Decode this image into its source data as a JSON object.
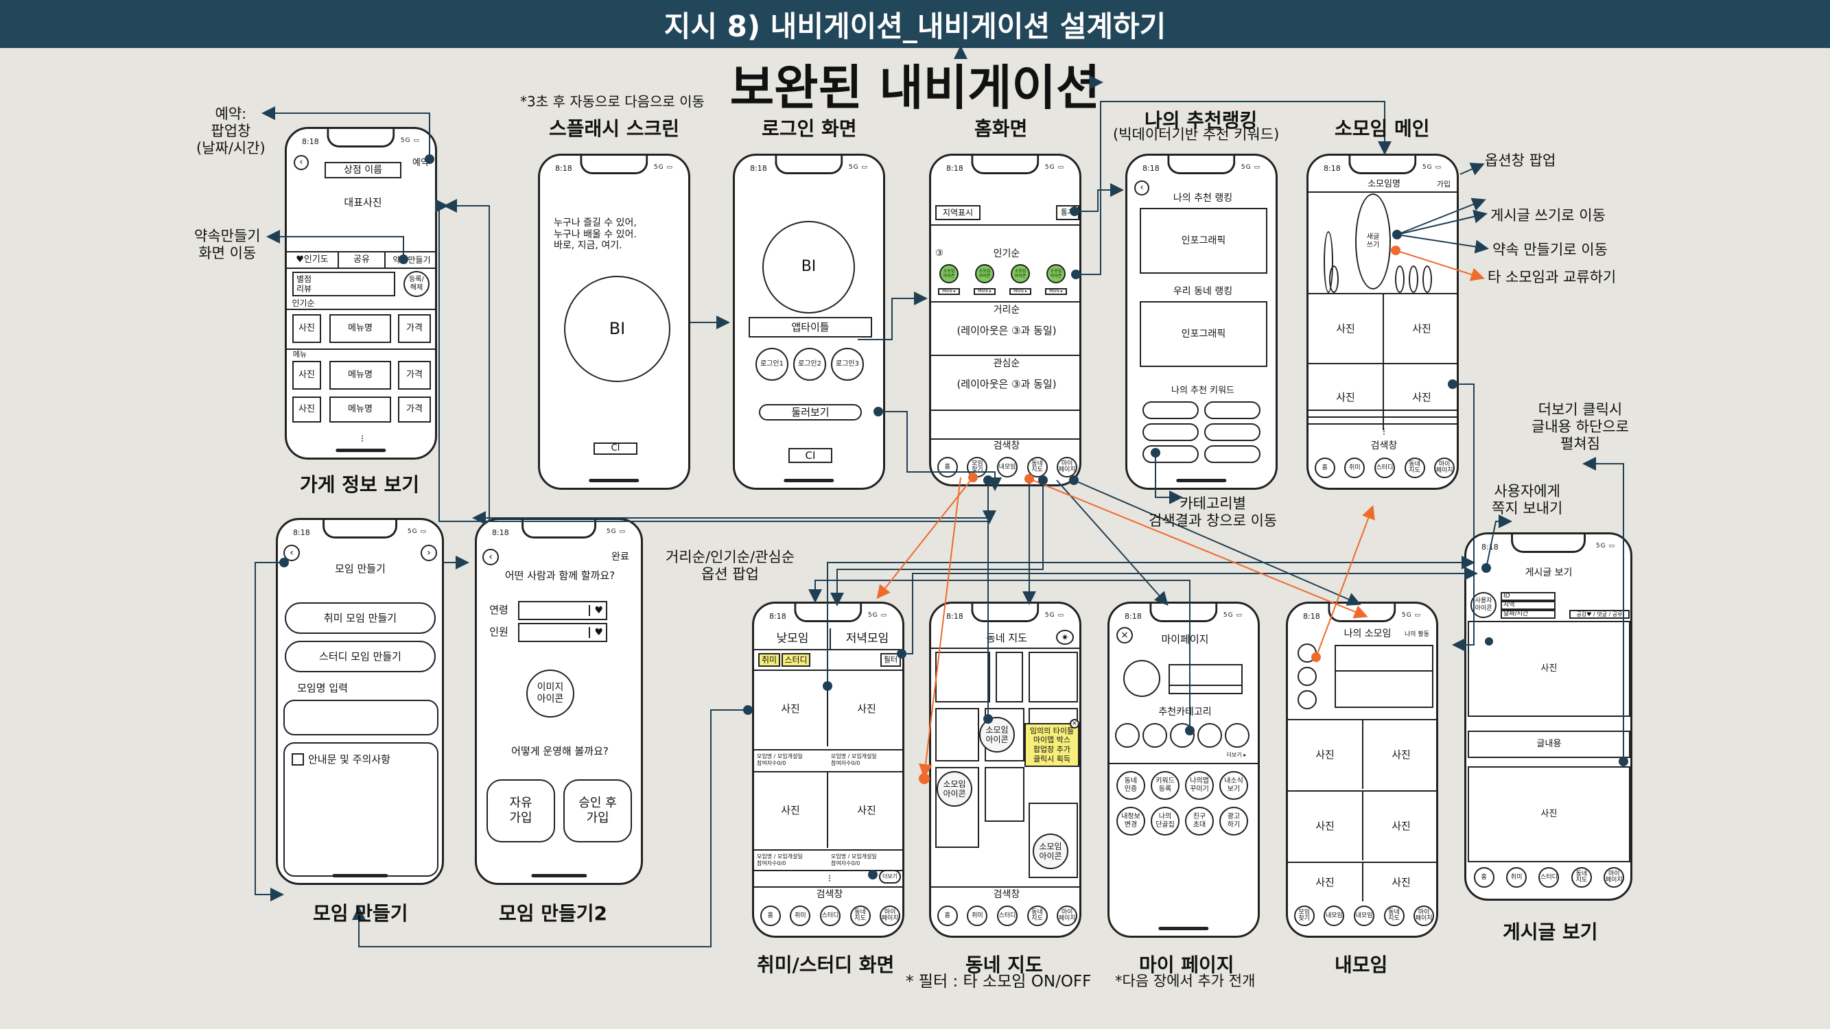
{
  "header": {
    "title": "지시 8) 내비게이션_내비게이션 설계하기"
  },
  "main_title": "보완된 내비게이션",
  "screens": {
    "store": {
      "caption": "가게 정보 보기",
      "time": "8:18",
      "store_name": "상점 이름",
      "reserve": "예약",
      "photo_main": "대표사진",
      "tabs": [
        "♥인기도",
        "공유",
        "약속만들기"
      ],
      "review_area": "별점\n리뷰",
      "register": "등록/\n해제",
      "popular_label": "인기순",
      "photo": "사진",
      "menu_name": "메뉴명",
      "price": "가격",
      "menu_label": "메뉴"
    },
    "splash": {
      "caption": "스플래시 스크린",
      "time": "8:18",
      "text": "누구나 즐길 수 있어,\n누구나 배울 수 있어.\n바로, 지금, 여기.",
      "bi": "BI",
      "ci": "CI"
    },
    "login": {
      "caption": "로그인 화면",
      "time": "8:18",
      "bi": "BI",
      "app_title": "앱타이틀",
      "logins": [
        "로그인1",
        "로그인2",
        "로그인3"
      ],
      "browse": "둘러보기",
      "ci": "CI"
    },
    "home": {
      "caption": "홈화면",
      "time": "8:18",
      "region": "지역표시",
      "alarm": "통계",
      "popular": "인기순",
      "num": "③",
      "group_badge": "소모임\n아이콘",
      "more": "More ▸",
      "distance": "거리순",
      "distance_note": "(레이아웃은 ③과 동일)",
      "interest": "관심순",
      "interest_note": "(레이아웃은 ③과 동일)",
      "search": "검색창",
      "tabs": [
        "홈",
        "모임\n찾기",
        "내모임",
        "동네\n지도",
        "마이\n페이지"
      ]
    },
    "ranking": {
      "caption": "나의 추천랭킹",
      "subcaption": "(빅데이터기반 추천 키워드)",
      "time": "8:18",
      "my_rank": "나의 추천 랭킹",
      "infographic": "인포그래픽",
      "local_rank": "우리 동네 랭킹",
      "keyword": "나의 추천 키워드"
    },
    "group_main": {
      "caption": "소모임 메인",
      "time": "8:18",
      "name": "소모임명",
      "join": "가입",
      "write": "새글\n쓰기",
      "photo": "사진",
      "search": "검색창",
      "tabs": [
        "홈",
        "취미",
        "스터디",
        "동네\n지도",
        "마이\n페이지"
      ]
    },
    "create": {
      "caption": "모임 만들기",
      "time": "8:18",
      "title": "모임 만들기",
      "hobby": "취미 모임 만들기",
      "study": "스터디 모임 만들기",
      "name_input": "모임명 입력",
      "notice": "안내문 및 주의사항"
    },
    "create2": {
      "caption": "모임 만들기2",
      "time": "8:18",
      "done": "완료",
      "question": "어떤 사람과 함께 할까요?",
      "age": "연령",
      "people": "인원",
      "image": "이미지\n아이콘",
      "question2": "어떻게 운영해 볼까요?",
      "free": "자유\n가입",
      "approval": "승인 후\n가입"
    },
    "hobby": {
      "caption": "취미/스터디 화면",
      "time": "8:18",
      "day": "낮모임",
      "night": "저녁모임",
      "hobby_tab": "취미",
      "study_tab": "스터디",
      "filter": "필터",
      "photo": "사진",
      "info": "모임명 / 모임개설일\n참여자수0/0",
      "more": "더보기",
      "search": "검색창",
      "tabs": [
        "홈",
        "취미",
        "스터디",
        "동네\n지도",
        "마이\n페이지"
      ]
    },
    "map": {
      "caption": "동네 지도",
      "time": "8:18",
      "title": "동네 지도",
      "icon_label": "소모임\n아이콘",
      "popup": "임의의 타이틀\n마이맵 박스\n팝업창 추가\n클릭시 획득",
      "search": "검색창",
      "tabs": [
        "홈",
        "취미",
        "스터디",
        "동네\n지도",
        "마이\n페이지"
      ]
    },
    "mypage": {
      "caption": "마이 페이지",
      "time": "8:18",
      "title": "마이페이지",
      "rec_category": "추천카테고리",
      "more": "더보기 ▸",
      "grid": [
        "동네\n인증",
        "키워드\n등록",
        "나의맵\n꾸미기",
        "내소식\n보기",
        "내정보\n변경",
        "나의\n단골집",
        "친구\n초대",
        "광고\n하기"
      ]
    },
    "mygroup": {
      "caption": "내모임",
      "time": "8:18",
      "title": "나의 소모임",
      "active": "나의 활동",
      "photo": "사진",
      "tabs": [
        "모임\n찾기",
        "내모임",
        "내모임",
        "동네\n지도",
        "마이\n페이지"
      ]
    },
    "post": {
      "caption": "게시글 보기",
      "time": "8:18",
      "title": "게시글 보기",
      "user_icon": "사용자\n아이콘",
      "id": "ID",
      "region": "지역",
      "date": "날짜/시간",
      "actions": "공감♥ / 댓글 / 공유",
      "photo": "사진",
      "content": "글내용",
      "tabs": [
        "홈",
        "취미",
        "스터디",
        "동네\n지도",
        "마이\n페이지"
      ]
    }
  },
  "annotations": {
    "auto_next": "*3초 후 자동으로 다음으로 이동",
    "reserve_popup": "예약:\n팝업창\n(날짜/시간)",
    "promise_move": "약속만들기\n화면 이동",
    "option_popup": "옵션창 팝업",
    "write_move": "게시글 쓰기로 이동",
    "promise_make": "약속 만들기로 이동",
    "other_group": "타 소모임과 교류하기",
    "category_search": "카테고리별\n검색결과 창으로 이동",
    "more_click": "더보기 클릭시\n글내용 하단으로\n펼쳐짐",
    "send_note": "사용자에게\n쪽지 보내기",
    "sort_option": "거리순/인기순/관심순\n옵션 팝업",
    "filter_note": "* 필터 : 타 소모임 ON/OFF",
    "next_chapter": "*다음 장에서 추가 전개"
  }
}
